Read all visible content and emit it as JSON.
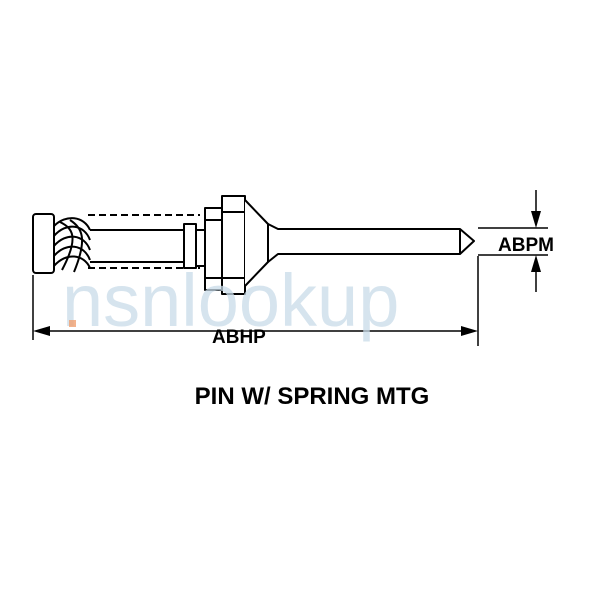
{
  "diagram": {
    "title": "PIN W/ SPRING MTG",
    "dimension_overall_length": "ABHP",
    "dimension_pin_diameter": "ABPM"
  },
  "watermark": {
    "text": "nsnlookup"
  },
  "colors": {
    "line": "#000000",
    "background": "#ffffff",
    "watermark": "#c9dbe9",
    "watermark_dot": "#f0a070"
  }
}
